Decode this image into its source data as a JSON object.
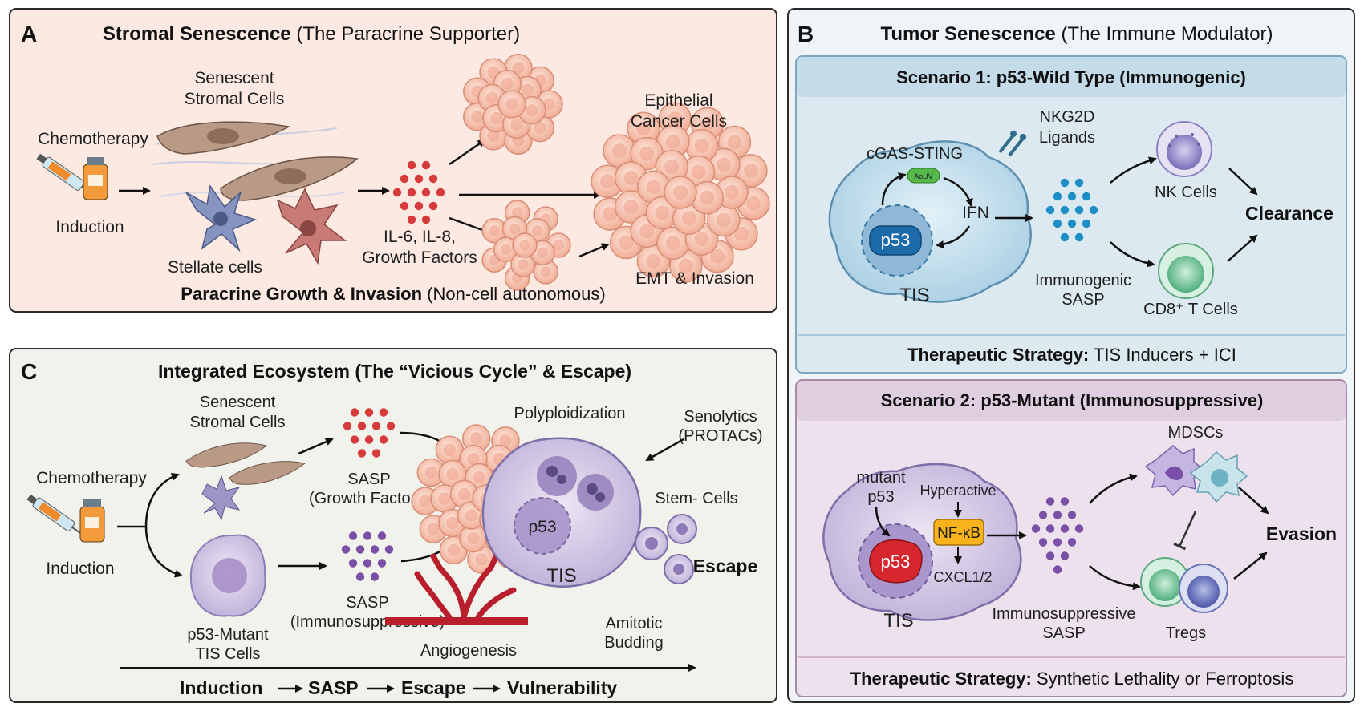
{
  "panelA": {
    "letter": "A",
    "title_bold": "Stromal Senescence",
    "title_rest": "(The Paracrine Supporter)",
    "chemotherapy": "Chemotherapy",
    "induction": "Induction",
    "senescent_1": "Senescent",
    "senescent_2": "Stromal Cells",
    "stellate": "Stellate cells",
    "il_1": "IL-6, IL-8,",
    "il_2": "Growth Factors",
    "epi_1": "Epithelial",
    "epi_2": "Cancer Cells",
    "emt": "EMT & Invasion",
    "footer_bold": "Paracrine Growth & Invasion",
    "footer_rest": "(Non-cell autonomous)"
  },
  "panelB": {
    "letter": "B",
    "title_bold": "Tumor Senescence",
    "title_rest": "(The Immune Modulator)",
    "s1": {
      "title": "Scenario 1: p53-Wild Type (Immunogenic)",
      "nkg2d_1": "NKG2D",
      "nkg2d_2": "Ligands",
      "cgas": "cGAS-STING",
      "chip": "AoUV",
      "ifn": "IFN",
      "p53": "p53",
      "tis": "TIS",
      "sasp_1": "Immunogenic",
      "sasp_2": "SASP",
      "nk": "NK Cells",
      "cd8": "CD8⁺ T Cells",
      "clearance": "Clearance",
      "strategy_bold": "Therapeutic Strategy:",
      "strategy_rest": "TIS Inducers + ICI"
    },
    "s2": {
      "title": "Scenario 2: p53-Mutant (Immunosuppressive)",
      "mutant_1": "mutant",
      "mutant_2": "p53",
      "hyperactive": "Hyperactive",
      "nfkb": "NF-κB",
      "cxcl": "CXCL1/2",
      "p53": "p53",
      "tis": "TIS",
      "sasp_1": "Immunosuppressive",
      "sasp_2": "SASP",
      "mdscs": "MDSCs",
      "tregs": "Tregs",
      "evasion": "Evasion",
      "strategy_bold": "Therapeutic Strategy:",
      "strategy_rest": "Synthetic Lethality or Ferroptosis"
    }
  },
  "panelC": {
    "letter": "C",
    "title": "Integrated Ecosystem (The “Vicious Cycle” & Escape)",
    "chemotherapy": "Chemotherapy",
    "induction": "Induction",
    "senescent_1": "Senescent",
    "senescent_2": "Stromal Cells",
    "sasp_gf_1": "SASP",
    "sasp_gf_2": "(Growth Factors)",
    "sasp_is_1": "SASP",
    "sasp_is_2": "(Immunosuppressive)",
    "mutant_1": "p53-Mutant",
    "mutant_2": "TIS Cells",
    "poly": "Polyploidization",
    "senolytics_1": "Senolytics",
    "senolytics_2": "(PROTACs)",
    "p53": "p53",
    "tis": "TIS",
    "stem": "Stem- Cells",
    "escape": "Escape",
    "amitotic_1": "Amitotic",
    "amitotic_2": "Budding",
    "angio": "Angiogenesis",
    "flow": [
      "Induction",
      "SASP",
      "Escape",
      "Vulnerability"
    ]
  },
  "colors": {
    "panelA_bg": "#fbe9e2",
    "panelB_bg": "#eef4f8",
    "panelC_bg": "#f1f2ec",
    "s1_bg": "#dde9f1",
    "s2_bg": "#ece1ec",
    "red_dot": "#d63a3a",
    "blue_dot": "#1e8fc4",
    "purple_dot": "#7a4fa6"
  }
}
